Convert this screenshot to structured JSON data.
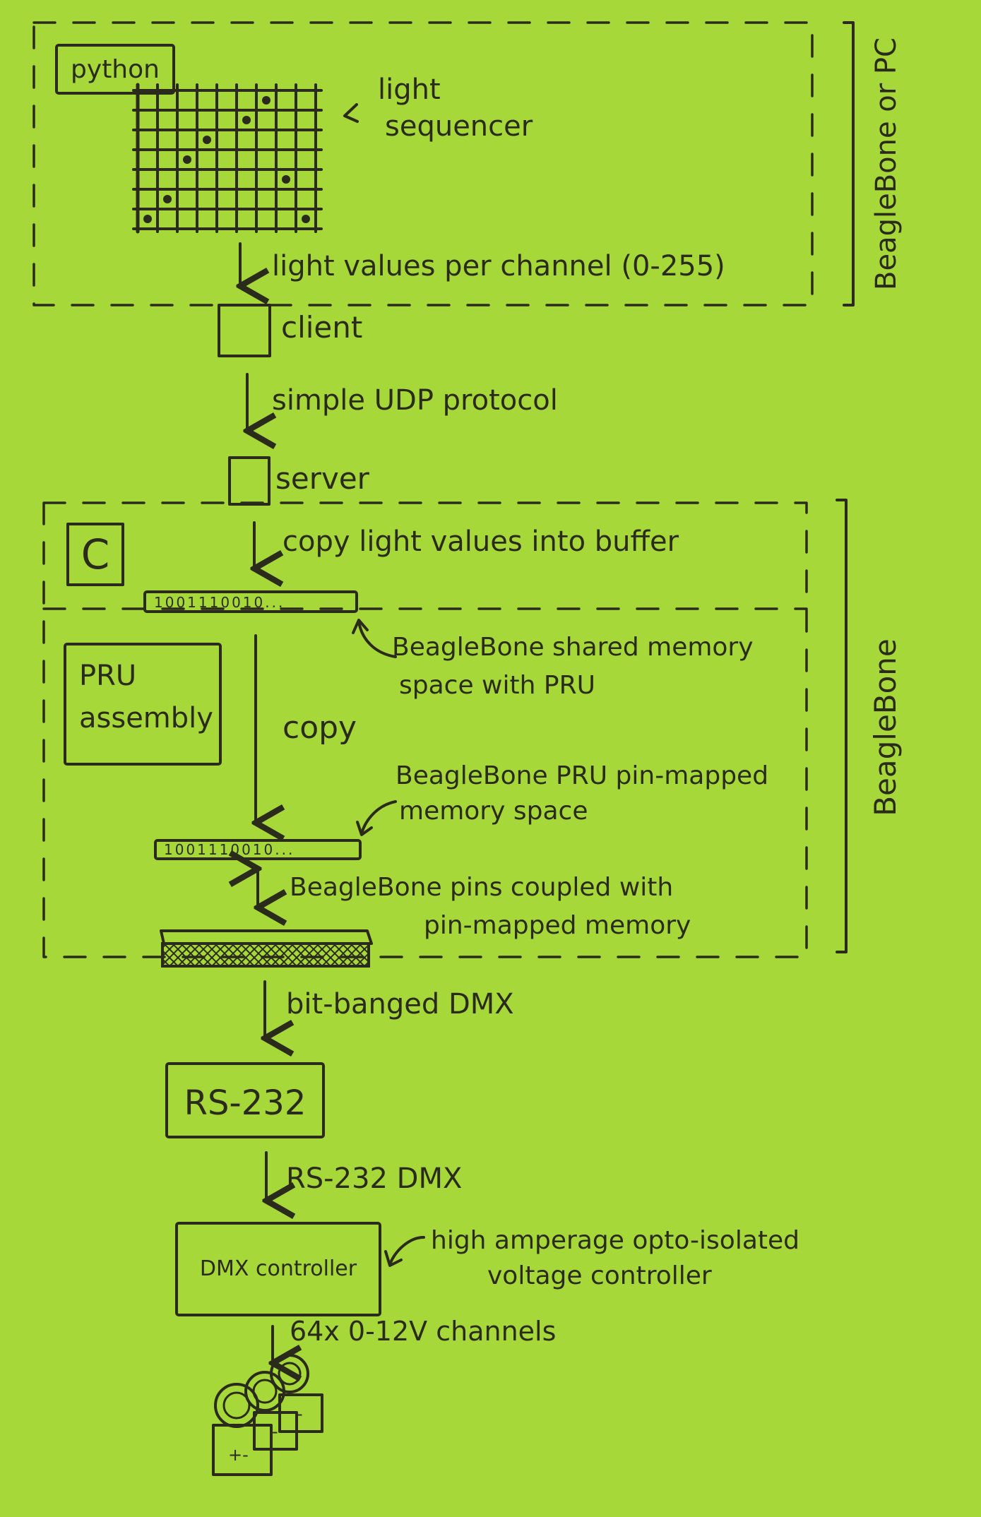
{
  "colors": {
    "paper": "#a6d83a",
    "ink": "#2b2b1c"
  },
  "regions": {
    "top_bracket": "BeagleBone or PC",
    "bottom_bracket": "BeagleBone"
  },
  "labels": {
    "python": "python",
    "light_sequencer": "light sequencer",
    "light_values": "light values per channel (0-255)",
    "client": "client",
    "udp": "simple UDP protocol",
    "server": "server",
    "c": "C",
    "copy_buffer": "copy light values into buffer",
    "shared_memory": "BeagleBone shared memory space with PRU",
    "pru_assembly": "PRU assembly",
    "copy": "copy",
    "pin_mapped_memory": "BeagleBone PRU pin-mapped memory space",
    "pins_coupled": "BeagleBone pins coupled with pin-mapped memory",
    "bit_banged": "bit-banged DMX",
    "rs232": "RS-232",
    "rs232_dmx": "RS-232 DMX",
    "dmx_controller": "DMX controller",
    "voltage_controller": "high amperage opto-isolated voltage controller",
    "channels": "64x 0-12V channels",
    "bulb_plus_minus": "+-",
    "bulb_minus": "-"
  },
  "memory_bits": {
    "shared": "1001110010...",
    "pin_mapped": "1001110010..."
  },
  "sequencer_grid": {
    "rows": 7,
    "cols": 9,
    "dots": [
      [
        0,
        6
      ],
      [
        1,
        5
      ],
      [
        2,
        3
      ],
      [
        3,
        2
      ],
      [
        4,
        7
      ],
      [
        5,
        1
      ],
      [
        6,
        0
      ],
      [
        6,
        8
      ]
    ]
  }
}
